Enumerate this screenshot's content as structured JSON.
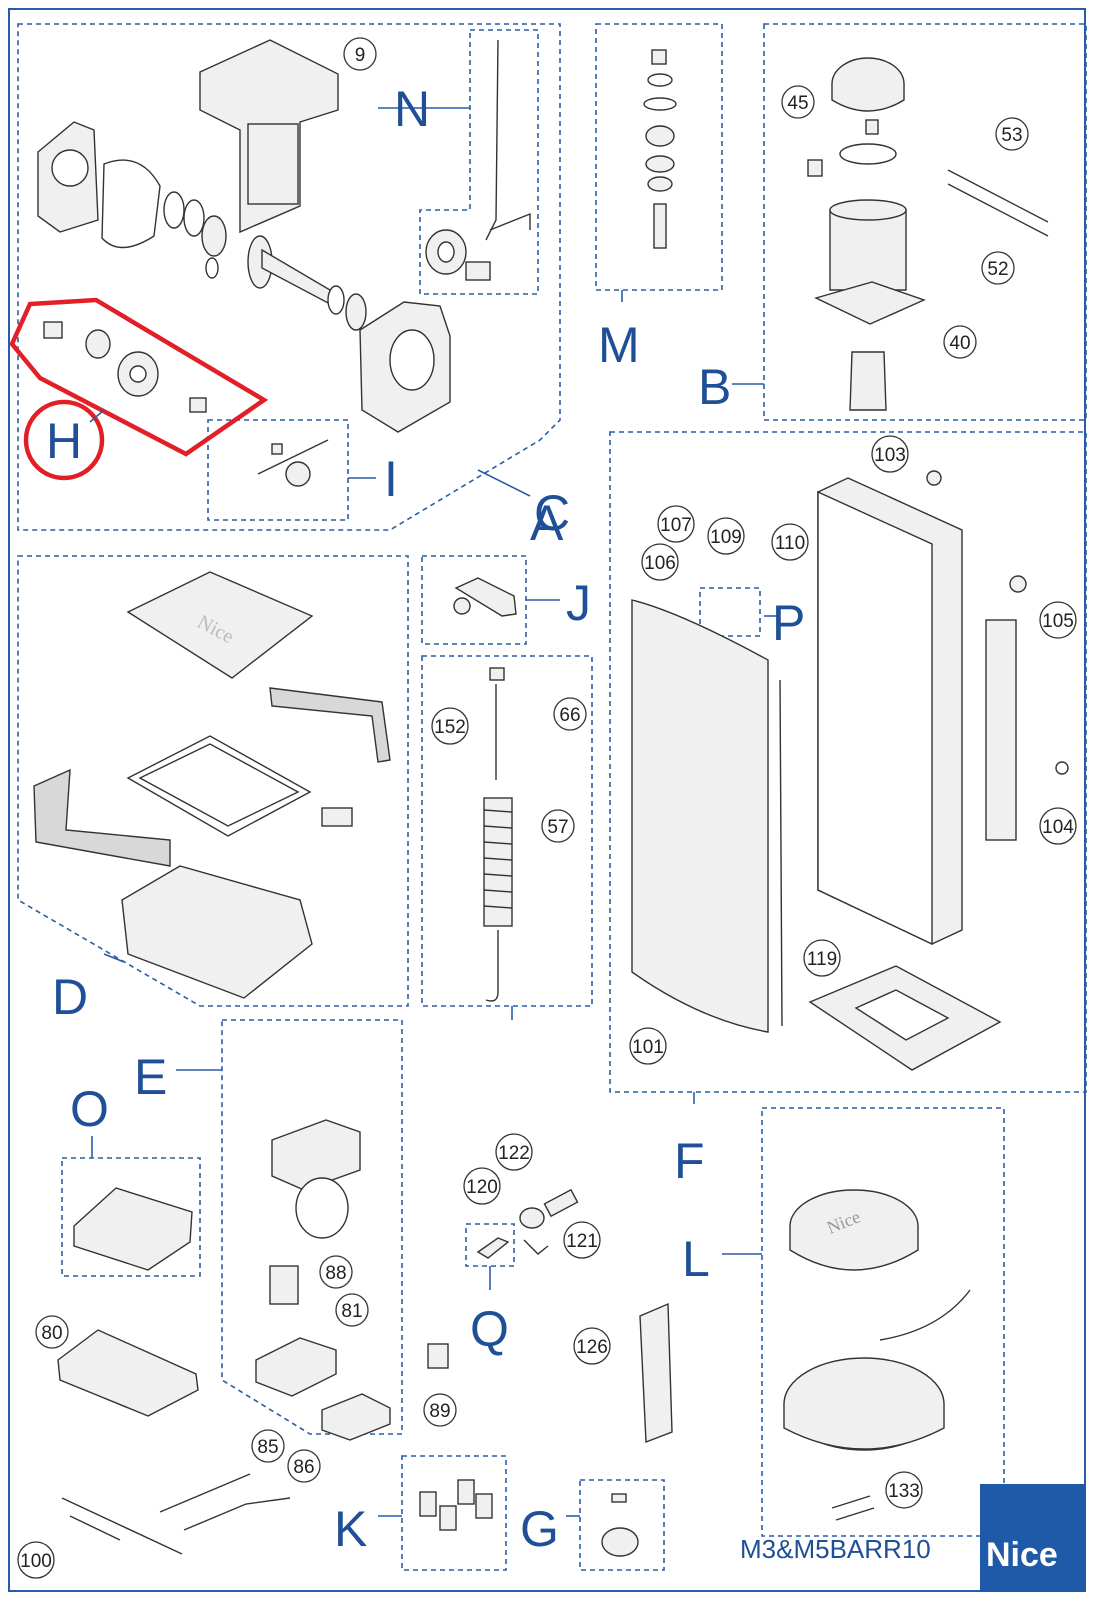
{
  "groups": [
    "A",
    "B",
    "C",
    "D",
    "E",
    "F",
    "G",
    "H",
    "I",
    "J",
    "K",
    "L",
    "M",
    "N",
    "O",
    "P",
    "Q"
  ],
  "callouts": [
    "9",
    "45",
    "53",
    "52",
    "40",
    "103",
    "107",
    "109",
    "110",
    "106",
    "105",
    "152",
    "66",
    "57",
    "104",
    "119",
    "101",
    "122",
    "120",
    "121",
    "88",
    "81",
    "80",
    "85",
    "86",
    "100",
    "89",
    "126",
    "133"
  ],
  "footer": {
    "code": "M3&M5BARR10",
    "brand": "Nice"
  },
  "cover_brand": "Nice",
  "colors": {
    "accent": "#2a5da8",
    "highlight": "#e21f26",
    "logo_bg": "#1f5aa8"
  }
}
